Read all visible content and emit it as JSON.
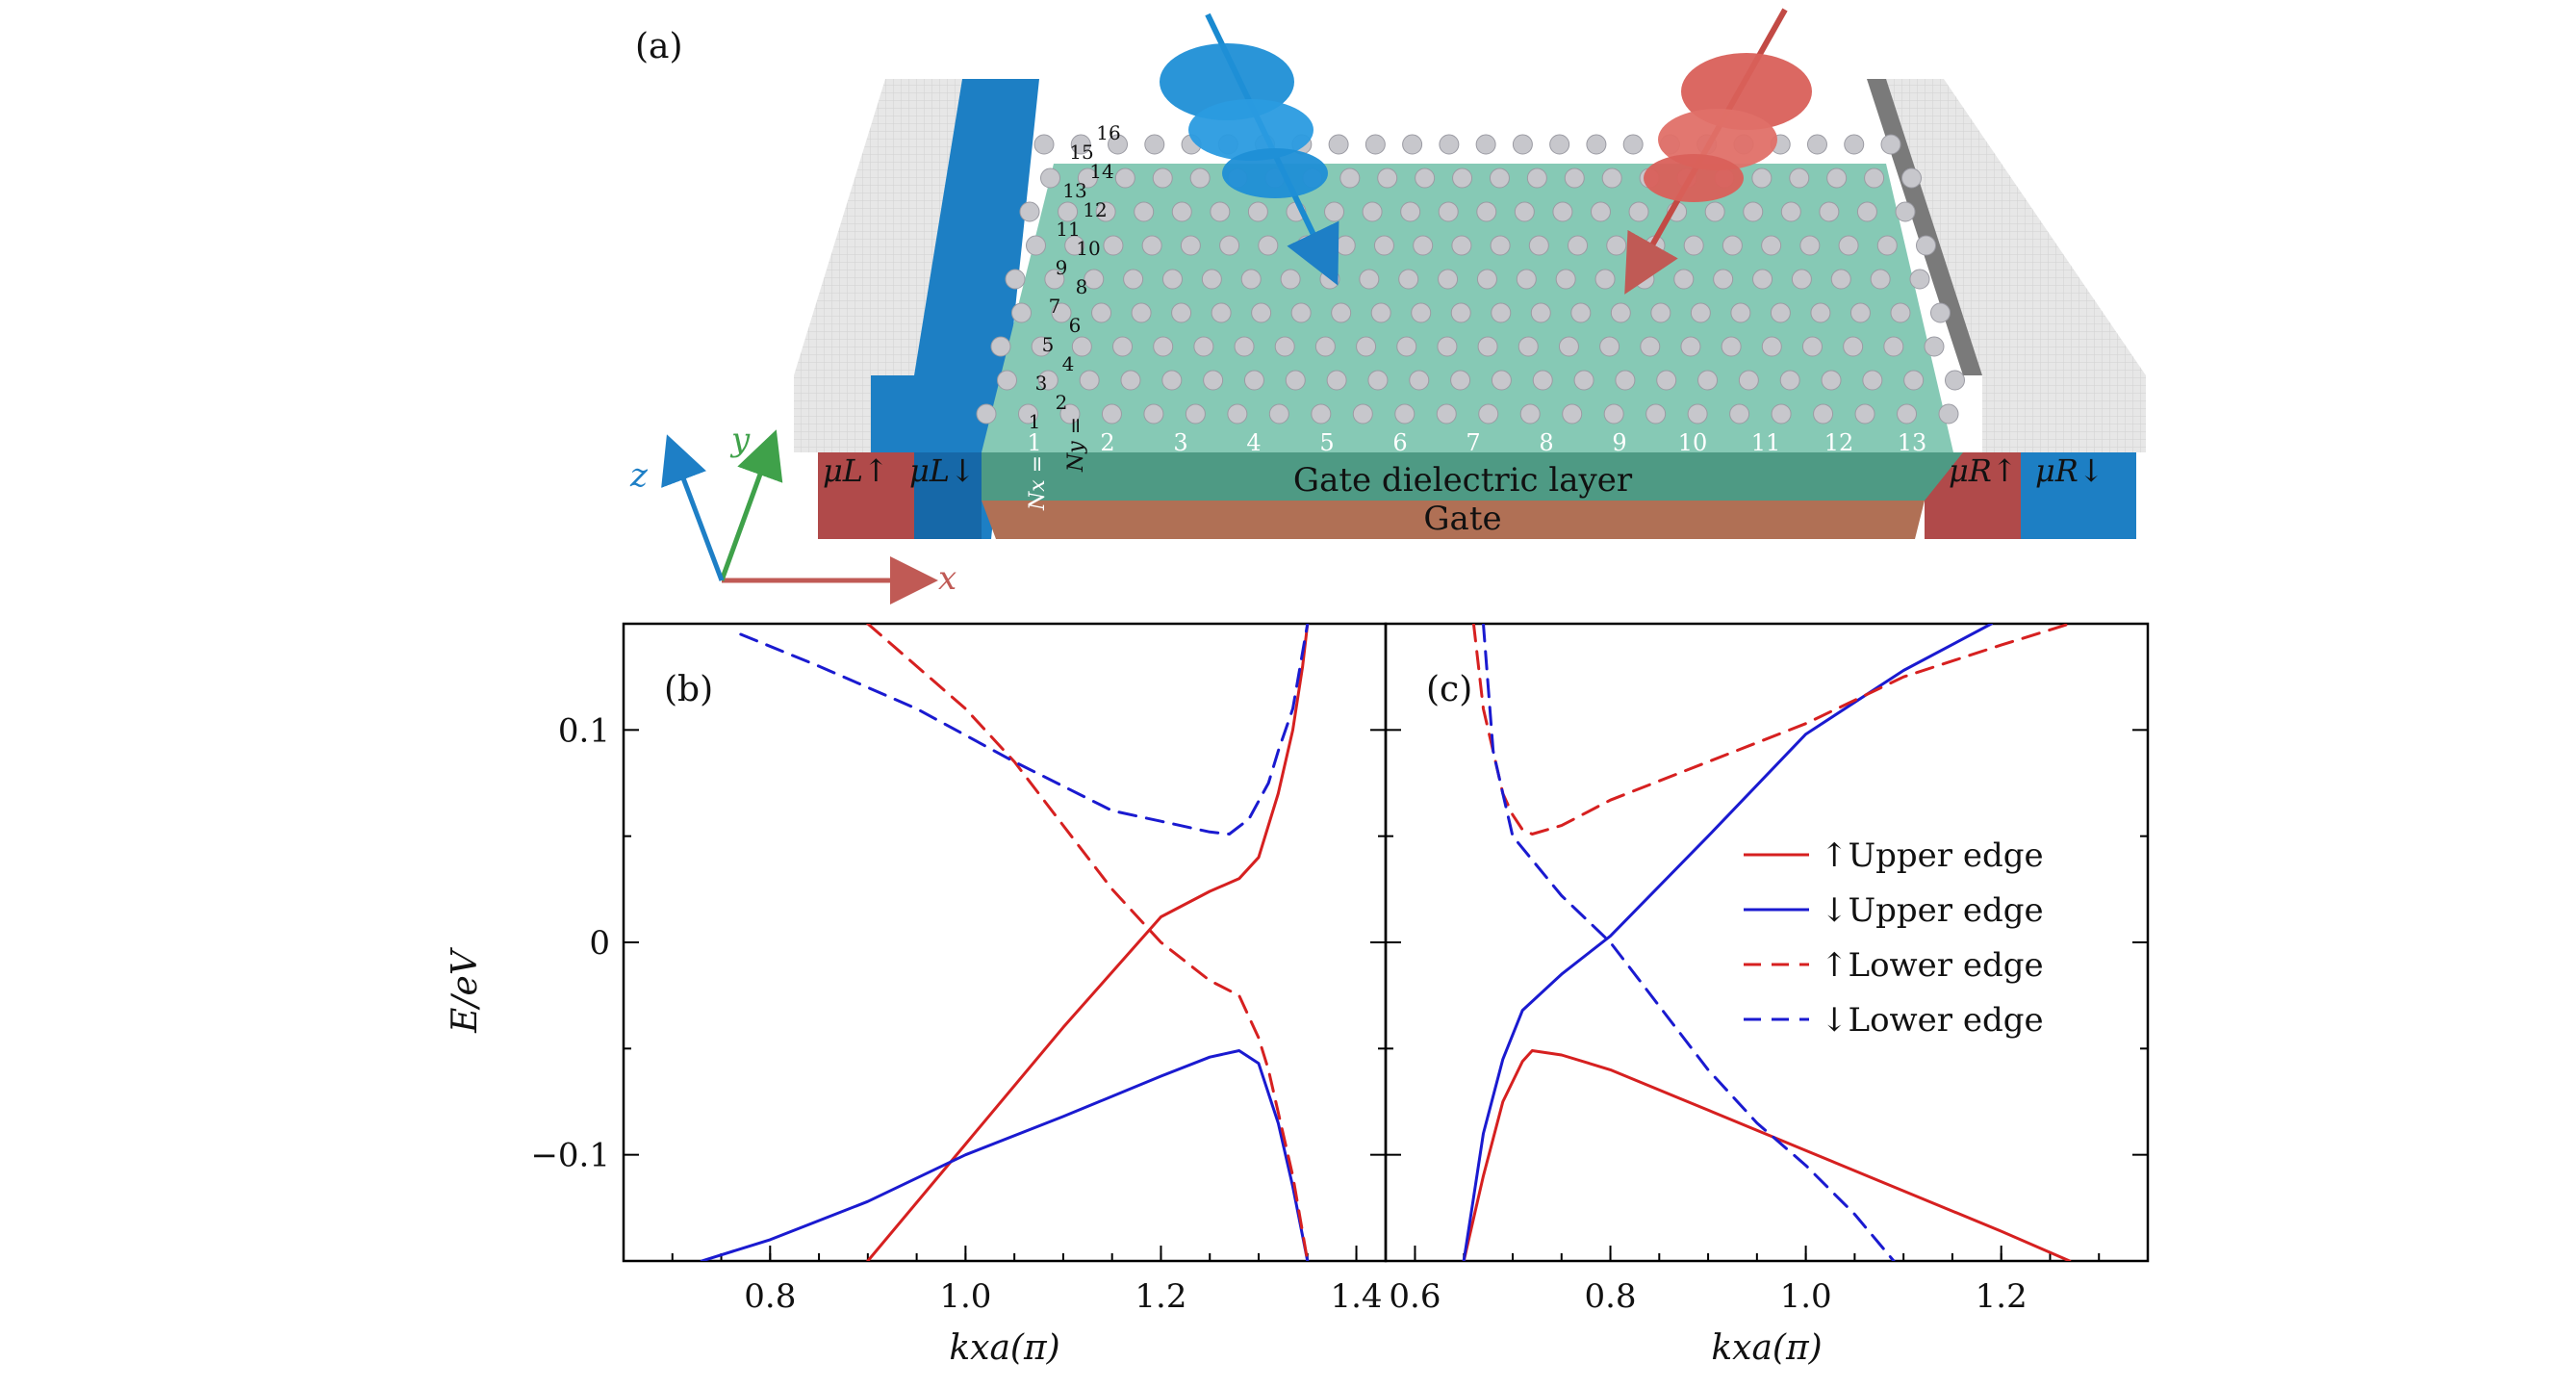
{
  "panel_a": {
    "label": "(a)",
    "gate_dielectric_label": "Gate dielectric layer",
    "gate_label": "Gate",
    "mu_l_up": "μL↑",
    "mu_l_down": "μL↓",
    "mu_r_up": "μR↑",
    "mu_r_down": "μR↓",
    "axis_x": "x",
    "axis_y": "y",
    "axis_z": "z",
    "nx_label": "Nx =",
    "ny_label": "Ny =",
    "x_site_numbers": [
      "1",
      "2",
      "3",
      "4",
      "5",
      "6",
      "7",
      "8",
      "9",
      "10",
      "11",
      "12",
      "13"
    ],
    "y_site_numbers": [
      "1",
      "2",
      "3",
      "4",
      "5",
      "6",
      "7",
      "8",
      "9",
      "10",
      "11",
      "12",
      "13",
      "14",
      "15",
      "16"
    ],
    "colors": {
      "lead_blue": "#1d7fc4",
      "lead_red": "#b04a4a",
      "dielectric": "#5fae98",
      "gate": "#b07055",
      "sheet": "#86c9b5",
      "atom": "#c7c7cc",
      "photon_blue": "#1a8ad0",
      "photon_red": "#d9605a"
    }
  },
  "chart_data": [
    {
      "type": "line",
      "panel_label": "(b)",
      "xlabel": "kxa(π)",
      "ylabel": "E/eV",
      "xlim": [
        0.65,
        1.43
      ],
      "ylim": [
        -0.15,
        0.15
      ],
      "xticks": [
        "0.8",
        "1.0",
        "1.2",
        "1.4"
      ],
      "xtick_values": [
        0.8,
        1.0,
        1.2,
        1.4
      ],
      "yticks": [
        "0.1",
        "0",
        "−0.1"
      ],
      "ytick_values": [
        0.1,
        0,
        -0.1
      ],
      "series": [
        {
          "key": "up_upper",
          "color": "#d62020",
          "dash": false,
          "x": [
            0.9,
            1.0,
            1.1,
            1.2,
            1.25,
            1.28,
            1.3,
            1.32,
            1.335,
            1.345,
            1.35
          ],
          "y": [
            -0.15,
            -0.095,
            -0.04,
            0.012,
            0.024,
            0.03,
            0.04,
            0.07,
            0.1,
            0.13,
            0.15
          ]
        },
        {
          "key": "down_upper",
          "color": "#1a1ad0",
          "dash": false,
          "x": [
            0.73,
            0.8,
            0.9,
            1.0,
            1.1,
            1.2,
            1.25,
            1.28,
            1.3,
            1.32,
            1.335,
            1.35
          ],
          "y": [
            -0.15,
            -0.14,
            -0.122,
            -0.1,
            -0.082,
            -0.063,
            -0.054,
            -0.051,
            -0.057,
            -0.085,
            -0.115,
            -0.15
          ]
        },
        {
          "key": "up_lower",
          "color": "#d62020",
          "dash": true,
          "x": [
            0.9,
            0.95,
            1.0,
            1.05,
            1.1,
            1.15,
            1.2,
            1.25,
            1.28,
            1.3,
            1.31,
            1.32,
            1.335,
            1.35
          ],
          "y": [
            0.15,
            0.13,
            0.11,
            0.085,
            0.055,
            0.025,
            0.0,
            -0.018,
            -0.025,
            -0.045,
            -0.06,
            -0.08,
            -0.11,
            -0.15
          ]
        },
        {
          "key": "down_lower",
          "color": "#1a1ad0",
          "dash": true,
          "x": [
            0.77,
            0.85,
            0.95,
            1.05,
            1.15,
            1.2,
            1.25,
            1.27,
            1.29,
            1.31,
            1.32,
            1.335,
            1.35
          ],
          "y": [
            0.145,
            0.13,
            0.11,
            0.085,
            0.062,
            0.057,
            0.052,
            0.051,
            0.058,
            0.075,
            0.09,
            0.11,
            0.15
          ]
        }
      ]
    },
    {
      "type": "line",
      "panel_label": "(c)",
      "xlabel": "kxa(π)",
      "legend_position": "right",
      "xlim": [
        0.57,
        1.35
      ],
      "ylim": [
        -0.15,
        0.15
      ],
      "xticks": [
        "0.6",
        "0.8",
        "1.0",
        "1.2"
      ],
      "xtick_values": [
        0.6,
        0.8,
        1.0,
        1.2
      ],
      "series": [
        {
          "key": "up_upper",
          "name": "↑Upper edge",
          "color": "#d62020",
          "dash": false,
          "x": [
            0.65,
            0.67,
            0.69,
            0.71,
            0.72,
            0.75,
            0.8,
            0.9,
            1.0,
            1.1,
            1.2,
            1.27
          ],
          "y": [
            -0.15,
            -0.11,
            -0.075,
            -0.056,
            -0.051,
            -0.053,
            -0.06,
            -0.079,
            -0.098,
            -0.117,
            -0.136,
            -0.15
          ]
        },
        {
          "key": "down_upper",
          "name": "↓Upper edge",
          "color": "#1a1ad0",
          "dash": false,
          "x": [
            0.65,
            0.66,
            0.67,
            0.69,
            0.71,
            0.75,
            0.8,
            0.9,
            1.0,
            1.1,
            1.19
          ],
          "y": [
            -0.15,
            -0.12,
            -0.09,
            -0.055,
            -0.032,
            -0.015,
            0.003,
            0.05,
            0.098,
            0.128,
            0.15
          ]
        },
        {
          "key": "up_lower",
          "name": "↑Lower edge",
          "color": "#d62020",
          "dash": true,
          "x": [
            0.66,
            0.67,
            0.68,
            0.69,
            0.7,
            0.71,
            0.72,
            0.75,
            0.8,
            0.9,
            1.0,
            1.1,
            1.2,
            1.27
          ],
          "y": [
            0.15,
            0.11,
            0.09,
            0.07,
            0.06,
            0.053,
            0.051,
            0.055,
            0.067,
            0.085,
            0.103,
            0.125,
            0.14,
            0.15
          ]
        },
        {
          "key": "down_lower",
          "name": "↓Lower edge",
          "color": "#1a1ad0",
          "dash": true,
          "x": [
            0.67,
            0.68,
            0.69,
            0.7,
            0.75,
            0.8,
            0.85,
            0.9,
            0.95,
            1.0,
            1.05,
            1.09
          ],
          "y": [
            0.15,
            0.09,
            0.07,
            0.05,
            0.022,
            0.0,
            -0.03,
            -0.06,
            -0.085,
            -0.105,
            -0.128,
            -0.15
          ]
        }
      ]
    }
  ]
}
